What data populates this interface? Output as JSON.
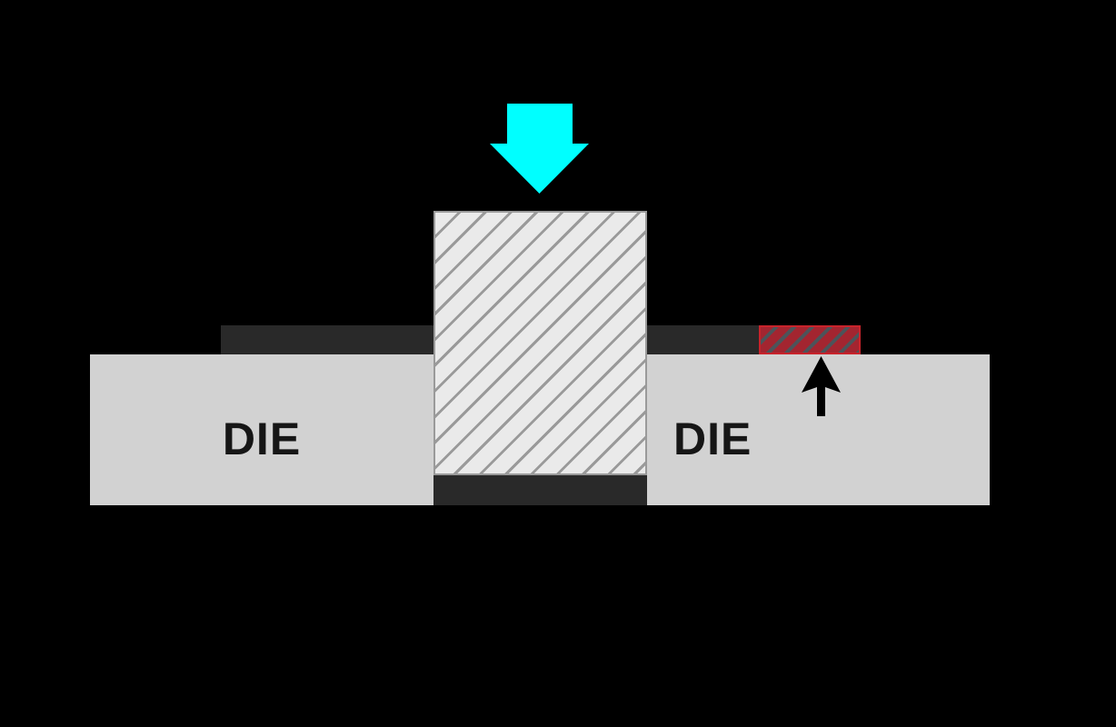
{
  "diagram": {
    "type": "blanking-die-cross-section",
    "labels": {
      "left_die": "DIE",
      "right_die": "DIE"
    },
    "icons": {
      "punch_force": "cyan-down-arrow",
      "slug_ejection": "black-up-arrow"
    },
    "colors": {
      "background": "#000000",
      "punch-fill": "#EAEAEA",
      "punch-hatch": "#9A9A9A",
      "die-fill": "#D2D2D2",
      "strip-dark": "#292929",
      "slug-dark": "#292929",
      "insert-red": "#A32530",
      "insert-hatch": "#4C545A",
      "insert-border": "#C8232B",
      "force-arrow": "#00FFFF",
      "eject-arrow": "#000000",
      "label-text": "#161616"
    }
  }
}
